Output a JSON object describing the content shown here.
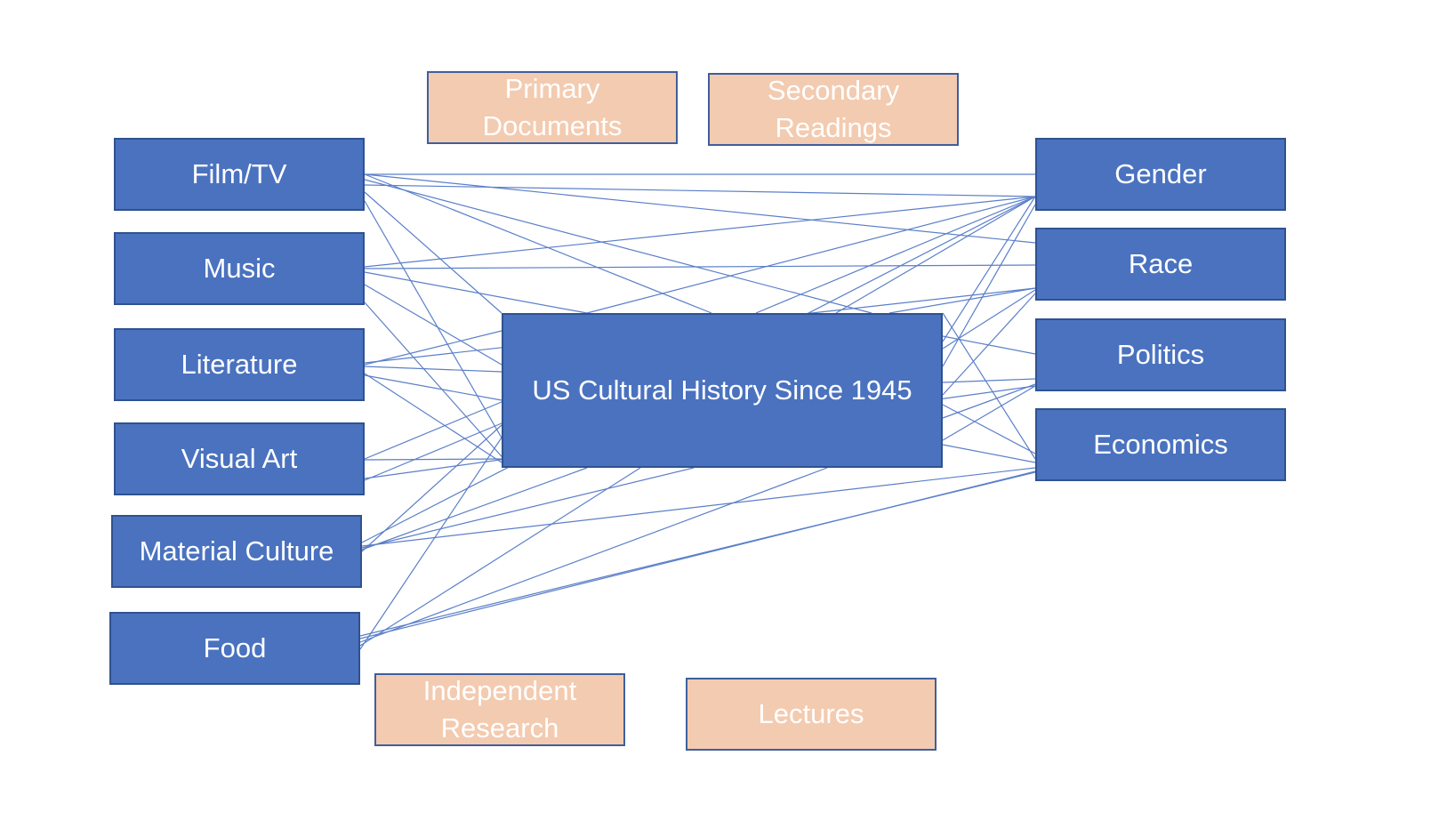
{
  "central": {
    "label": "US Cultural History Since 1945"
  },
  "left_topics": [
    {
      "id": "film-tv",
      "label": "Film/TV"
    },
    {
      "id": "music",
      "label": "Music"
    },
    {
      "id": "literature",
      "label": "Literature"
    },
    {
      "id": "visual-art",
      "label": "Visual Art"
    },
    {
      "id": "material-culture",
      "label": "Material Culture"
    },
    {
      "id": "food",
      "label": "Food"
    }
  ],
  "right_topics": [
    {
      "id": "gender",
      "label": "Gender"
    },
    {
      "id": "race",
      "label": "Race"
    },
    {
      "id": "politics",
      "label": "Politics"
    },
    {
      "id": "economics",
      "label": "Economics"
    }
  ],
  "methods": {
    "primary_documents": "Primary Documents",
    "secondary_readings": "Secondary Readings",
    "independent_research": "Independent Research",
    "lectures": "Lectures"
  },
  "colors": {
    "topic_fill": "#4a72bf",
    "topic_border": "#2f528f",
    "method_fill": "#f3cbb0",
    "link_line": "#5b7fc9"
  }
}
